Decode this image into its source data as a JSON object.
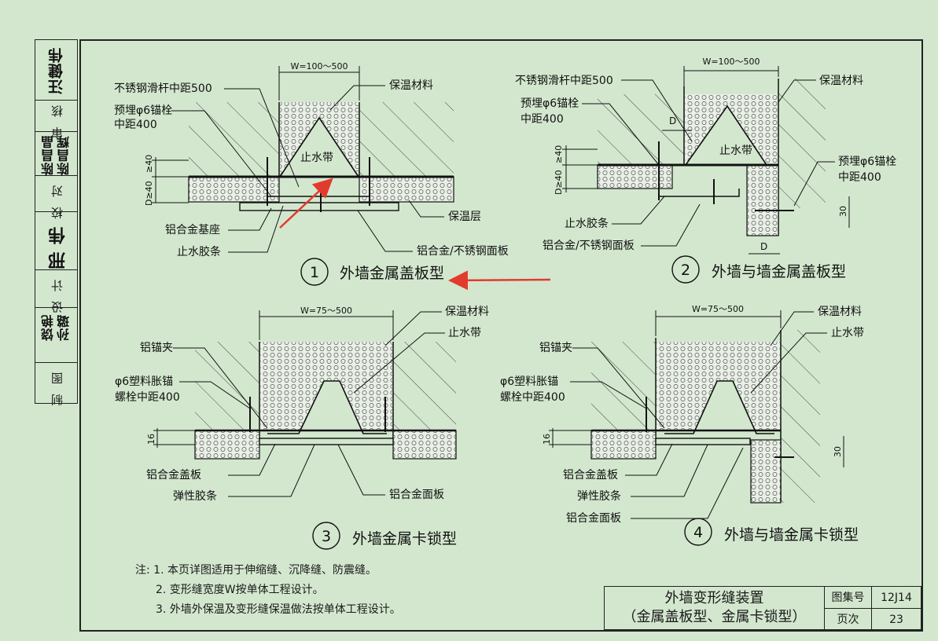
{
  "strip": {
    "approve": "审 核",
    "check": "校 对",
    "design": "设 计",
    "draw": "制 图",
    "sig_approve": "汪健伟",
    "sig_check1": "陈昌晶",
    "sig_check2": "陈昌辉",
    "sig_design": "邢 伟",
    "sig_draw1": "饶艳",
    "sig_draw2": "孙璐"
  },
  "fig1": {
    "number": "1",
    "caption": "外墙金属盖板型",
    "width_dim": "W=100～500",
    "rod": "不锈钢滑杆中距500",
    "anchor1": "预埋φ6锚栓",
    "anchor2": "中距400",
    "insul": "保温材料",
    "waterstop": "止水带",
    "layer": "保温层",
    "dim_d": "D≥40",
    "dim_40": "≥40",
    "base": "铝合金基座",
    "strip": "止水胶条",
    "panel": "铝合金/不锈钢面板"
  },
  "fig2": {
    "number": "2",
    "caption": "外墙与墙金属盖板型",
    "width_dim": "W=100～500",
    "rod": "不锈钢滑杆中距500",
    "anchor1": "预埋φ6锚栓",
    "anchor2": "中距400",
    "insul": "保温材料",
    "waterstop": "止水带",
    "anchor_r1": "预埋φ6锚栓",
    "anchor_r2": "中距400",
    "dim_d": "D≥40",
    "dim_40": "≥40",
    "d": "D",
    "d2": "D",
    "dim_30": "30",
    "strip": "止水胶条",
    "panel": "铝合金/不锈钢面板"
  },
  "fig3": {
    "number": "3",
    "caption": "外墙金属卡锁型",
    "width_dim": "W=75～500",
    "clip": "铝锚夹",
    "anchor1": "φ6塑料胀锚",
    "anchor2": "螺栓中距400",
    "insul": "保温材料",
    "waterstop": "止水带",
    "dim_16": "16",
    "cover": "铝合金盖板",
    "elastic": "弹性胶条",
    "face": "铝合金面板"
  },
  "fig4": {
    "number": "4",
    "caption": "外墙与墙金属卡锁型",
    "width_dim": "W=75～500",
    "clip": "铝锚夹",
    "anchor1": "φ6塑料胀锚",
    "anchor2": "螺栓中距400",
    "insul": "保温材料",
    "waterstop": "止水带",
    "dim_16": "16",
    "dim_30": "30",
    "cover": "铝合金盖板",
    "elastic": "弹性胶条",
    "face": "铝合金面板"
  },
  "notes": {
    "prefix": "注:",
    "n1": "1. 本页详图适用于伸缩缝、沉降缝、防震缝。",
    "n2": "2. 变形缝宽度W按单体工程设计。",
    "n3": "3. 外墙外保温及变形缝保温做法按单体工程设计。"
  },
  "title_block": {
    "title1": "外墙变形缝装置",
    "title2": "（金属盖板型、金属卡锁型）",
    "atlas_label": "图集号",
    "atlas_value": "12J14",
    "page_label": "页次",
    "page_value": "23"
  },
  "colors": {
    "paper": "#d3e7ce",
    "line": "#111111",
    "arrow": "#e23b2e"
  }
}
